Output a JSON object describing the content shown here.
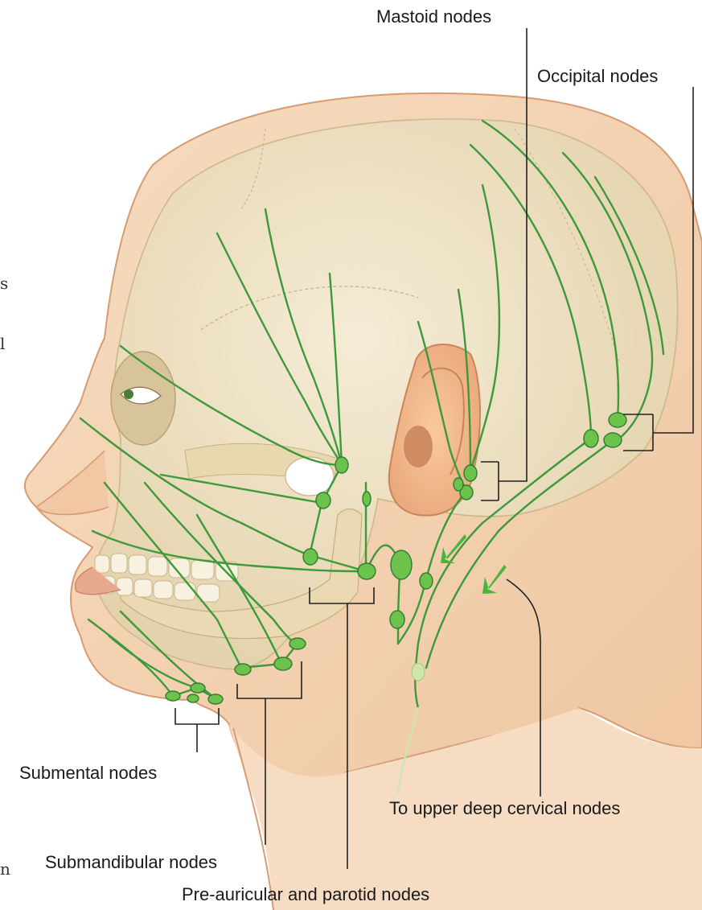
{
  "labels": {
    "mastoid": "Mastoid nodes",
    "occipital": "Occipital nodes",
    "submental": "Submental nodes",
    "submandibular": "Submandibular nodes",
    "preauricular": "Pre-auricular and parotid nodes",
    "cervical": "To upper deep cervical nodes"
  },
  "edge_text": {
    "left_top": "s",
    "left_mid": "l",
    "left_bottom": "n"
  },
  "colors": {
    "skin": "#f3d2b0",
    "skin_shadow": "#e6b48c",
    "skull": "#efe3c6",
    "skull_shadow": "#dcc9a0",
    "lymph_vessel": "#3d9a3a",
    "lymph_node": "#6cc24a"
  }
}
